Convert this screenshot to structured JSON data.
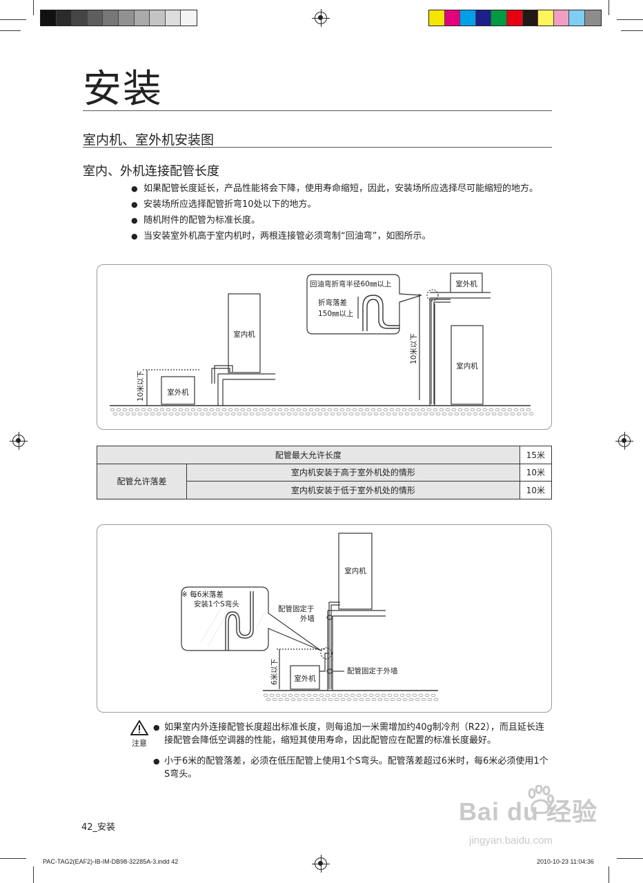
{
  "colors": {
    "gray_swatches": [
      "#111111",
      "#2b2b2b",
      "#454545",
      "#5e5e5e",
      "#777777",
      "#919191",
      "#aaaaaa",
      "#c4c4c4",
      "#dddddd",
      "#f4f4f4"
    ],
    "color_swatches": [
      "#f5e600",
      "#e5007e",
      "#00a0e9",
      "#1d2088",
      "#009944",
      "#e60012",
      "#231815",
      "#fff45c",
      "#f29ec2",
      "#7ecef4",
      "#8c8c8c"
    ],
    "panel_border": "#999999",
    "table_gray": "#e6e6e6"
  },
  "page": {
    "title": "安装",
    "section_title": "室内机、室外机安装图",
    "subsection_title": "室内、外机连接配管长度",
    "bullets": [
      "如果配管长度延长，产品性能将会下降，使用寿命缩短，因此，安装场所应选择尽可能缩短的地方。",
      "安装场所应选择配管折弯10处以下的地方。",
      "随机附件的配管为标准长度。",
      "当安装室外机高于室内机时，两根连接管必须弯制“回油弯”，如图所示。"
    ]
  },
  "diagram1": {
    "indoor_unit": "室内机",
    "outdoor_unit": "室外机",
    "height_limit": "10米以下",
    "callout_line1": "回油弯折弯半径60㎜以上",
    "callout_line2": "折弯落差",
    "callout_line3": "150㎜以上"
  },
  "table": {
    "row1_label": "配管最大允许长度",
    "row1_value": "15米",
    "group_label": "配管允许落差",
    "row2_label": "室内机安装于高于室外机处的情形",
    "row2_value": "10米",
    "row3_label": "室内机安装于低于室外机处的情形",
    "row3_value": "10米"
  },
  "diagram2": {
    "indoor_unit": "室内机",
    "outdoor_unit": "室外机",
    "height_limit": "6米以下",
    "note_line1": "※  每6米落差",
    "note_line2": "安装1个S弯头",
    "fix_label_1a": "配管固定于",
    "fix_label_1b": "外墙",
    "fix_label_2": "配管固定于外墙"
  },
  "caution": {
    "icon": "warning-triangle-icon",
    "label": "注意",
    "notes": [
      "如果室内外连接配管长度超出标准长度，则每追加一米需增加约40g制冷剂（R22），而且延长连接配管会降低空调器的性能，缩短其使用寿命，因此配管应在配置的标准长度最好。",
      "小于6米的配管落差，必须在低压配管上使用1个S弯头。配管落差超过6米时，每6米必须使用1个S弯头。"
    ]
  },
  "footer": {
    "page_label": "42_安装",
    "file_info": "PAC-TAG2(EAF2)-IB-IM-DB98-32285A-3.indd   42",
    "date_info": "2010-10-23   11:04:36"
  },
  "watermark": {
    "brand": "Bai  du 经验",
    "url": "jingyan.baidu.com"
  }
}
